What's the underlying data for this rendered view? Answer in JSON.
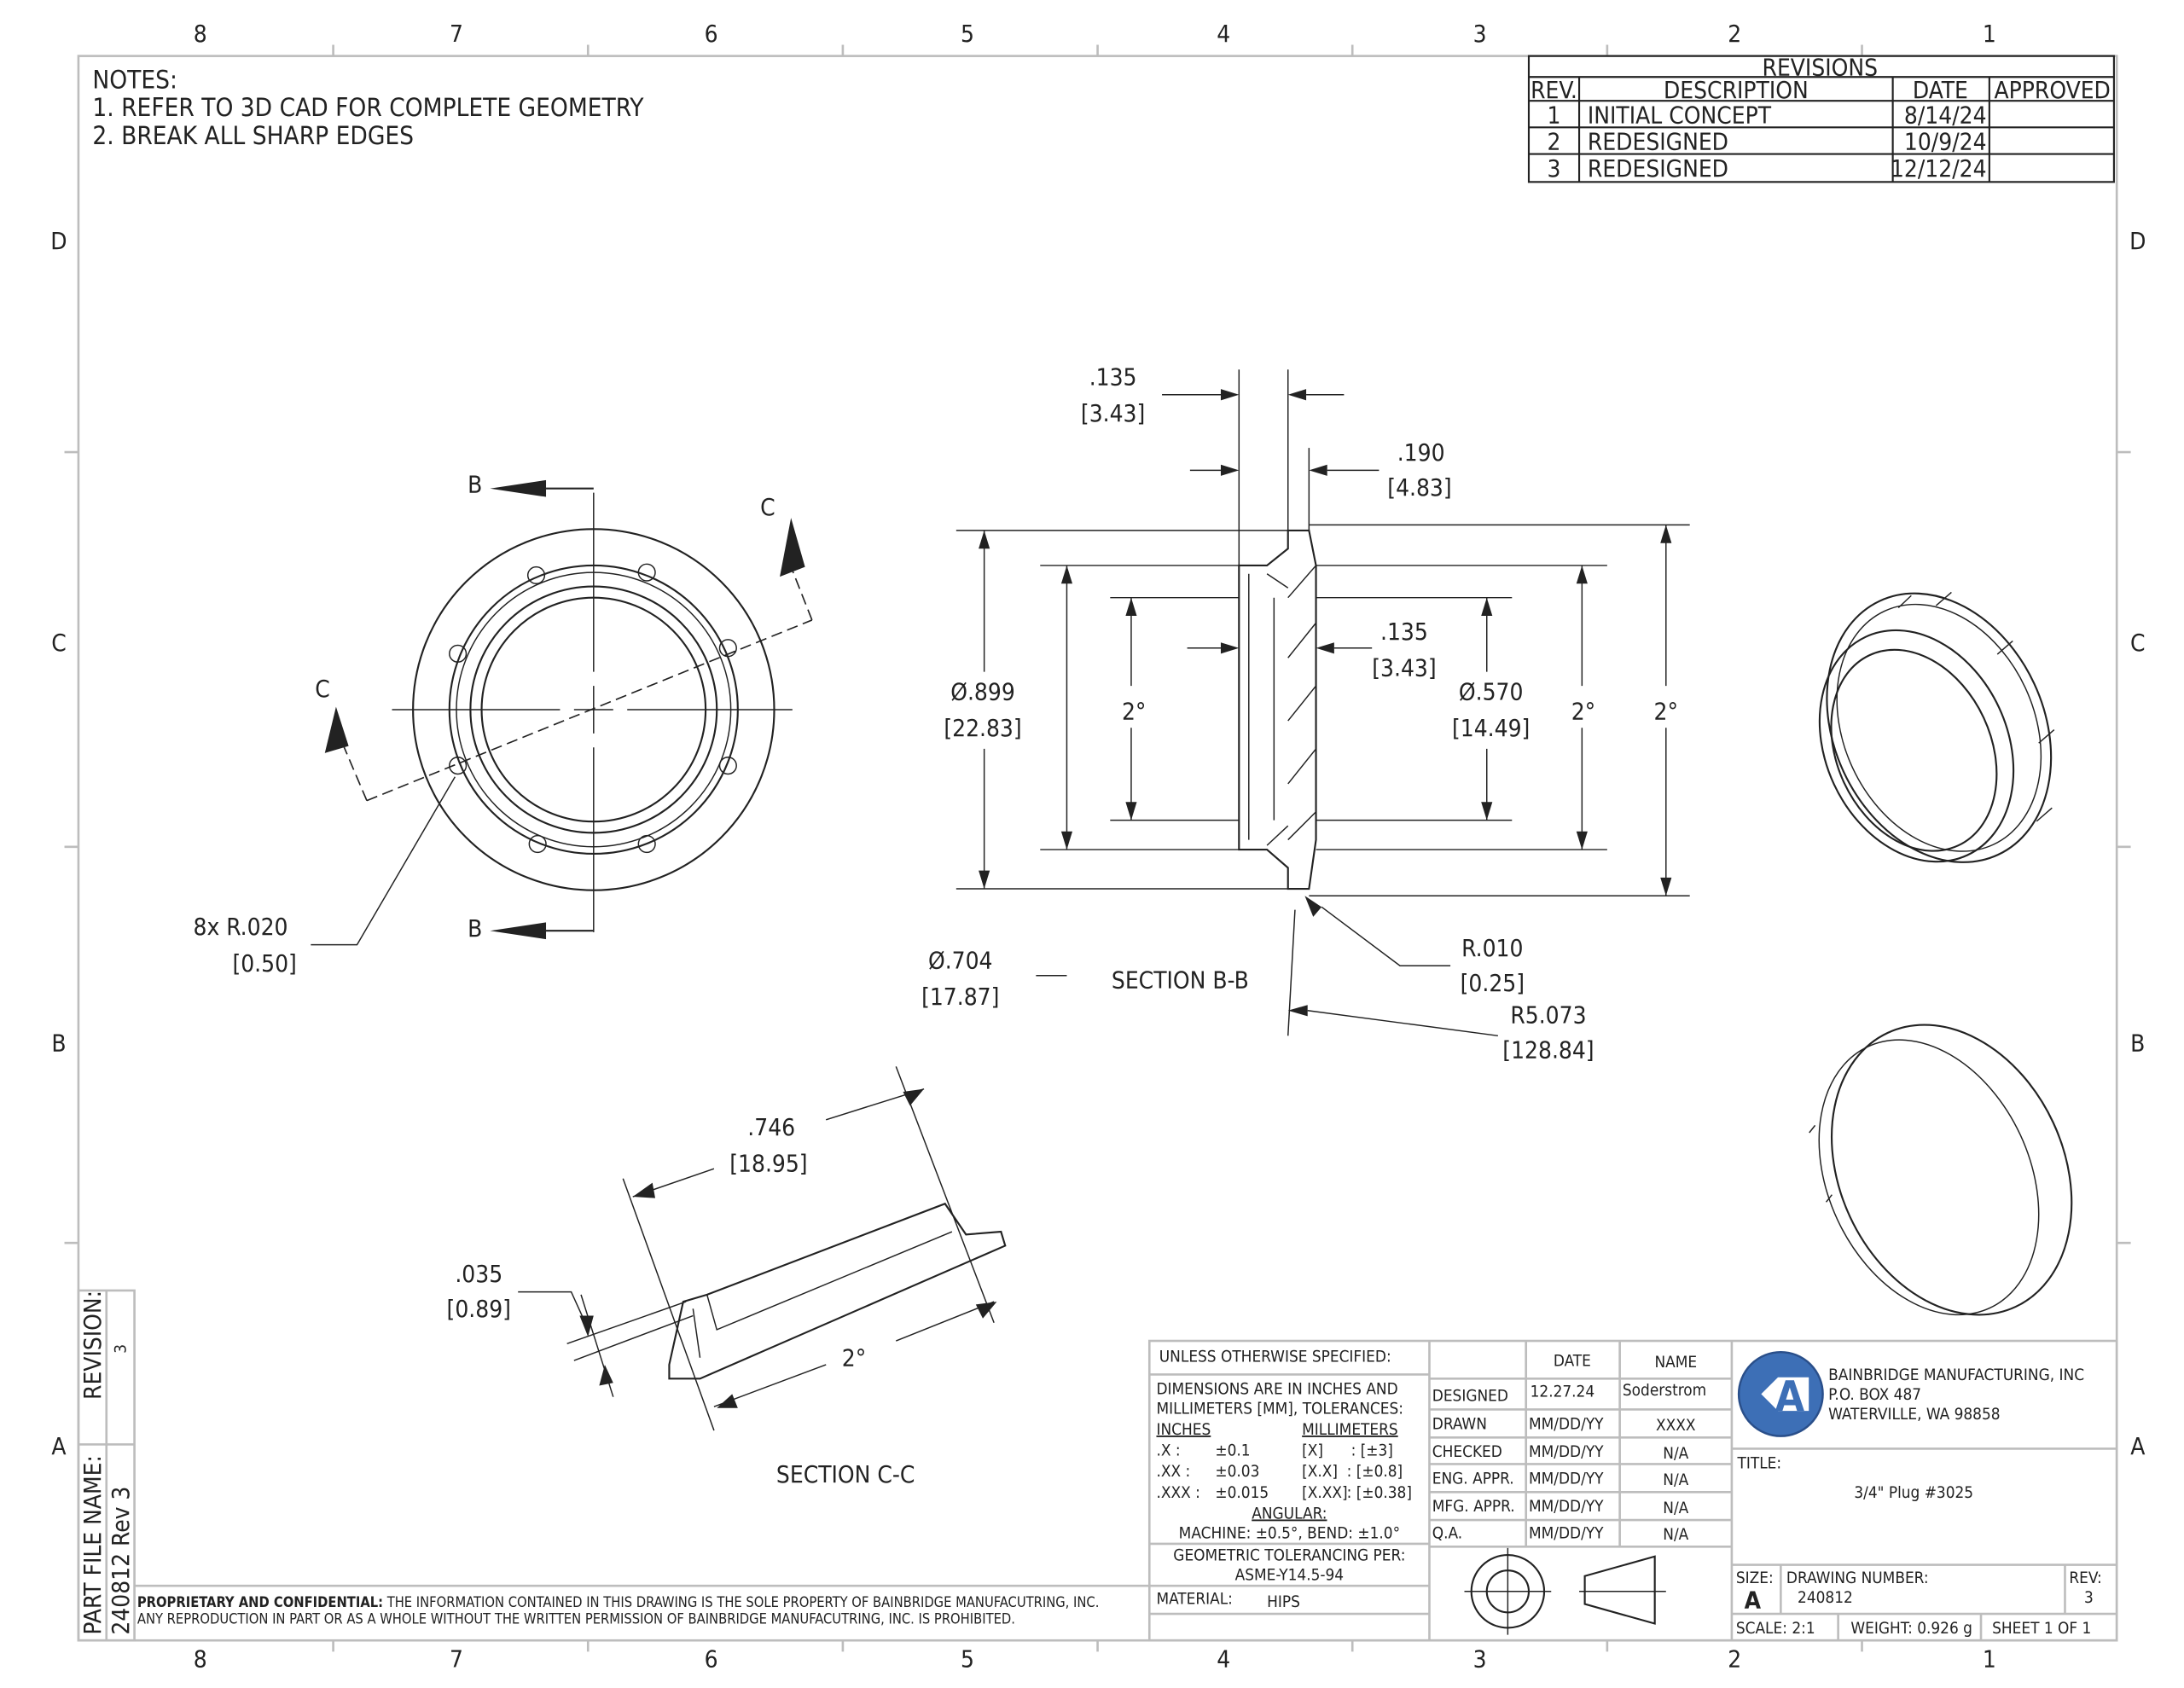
{
  "zones": {
    "columns": [
      "8",
      "7",
      "6",
      "5",
      "4",
      "3",
      "2",
      "1"
    ],
    "rows": [
      "D",
      "C",
      "B",
      "A"
    ]
  },
  "notes": {
    "title": "NOTES:",
    "items": [
      "1.  REFER TO 3D CAD FOR COMPLETE GEOMETRY",
      "2.  BREAK ALL SHARP EDGES"
    ]
  },
  "revisions": {
    "title": "REVISIONS",
    "headers": [
      "REV.",
      "DESCRIPTION",
      "DATE",
      "APPROVED"
    ],
    "rows": [
      {
        "rev": "1",
        "description": "INITIAL CONCEPT",
        "date": "8/14/24",
        "approved": ""
      },
      {
        "rev": "2",
        "description": "REDESIGNED",
        "date": "10/9/24",
        "approved": ""
      },
      {
        "rev": "3",
        "description": "REDESIGNED",
        "date": "12/12/24",
        "approved": ""
      }
    ]
  },
  "views": {
    "front": {
      "section_b": "B",
      "section_c": "C",
      "fillet_label": "8x R.020",
      "fillet_mm": "[0.50]"
    },
    "section_bb": {
      "label": "SECTION B-B",
      "dims": {
        "top_in": ".135",
        "top_mm": "[3.43]",
        "flange_in": ".190",
        "flange_mm": "[4.83]",
        "wall_in": ".135",
        "wall_mm": "[3.43]",
        "od_in": "Ø.899",
        "od_mm": "[22.83]",
        "id_in": "Ø.570",
        "id_mm": "[14.49]",
        "body_in": "Ø.704",
        "body_mm": "[17.87]",
        "draft1": "2°",
        "draft2": "2°",
        "draft3": "2°",
        "r1_in": "R.010",
        "r1_mm": "[0.25]",
        "r2_in": "R5.073",
        "r2_mm": "[128.84]"
      }
    },
    "section_cc": {
      "label": "SECTION C-C",
      "dims": {
        "len_in": ".746",
        "len_mm": "[18.95]",
        "thk_in": ".035",
        "thk_mm": "[0.89]",
        "draft": "2°"
      }
    }
  },
  "side_strip": {
    "revision_label": "REVISION:",
    "revision": "3",
    "file_label": "PART FILE NAME:",
    "file": "240812 Rev 3"
  },
  "proprietary": {
    "bold": "PROPRIETARY AND CONFIDENTIAL:",
    "line1": " THE INFORMATION CONTAINED IN THIS DRAWING IS THE SOLE PROPERTY OF BAINBRIDGE MANUFACUTRING, INC.",
    "line2": "ANY REPRODUCTION IN PART OR AS A WHOLE WITHOUT THE WRITTEN PERMISSION OF BAINBRIDGE MANUFACUTRING, INC. IS PROHIBITED."
  },
  "title_block": {
    "unless": "UNLESS OTHERWISE SPECIFIED:",
    "dims1": "DIMENSIONS ARE IN INCHES AND",
    "dims2": "MILLIMETERS [MM], TOLERANCES:",
    "inches": "INCHES",
    "millimeters": "MILLIMETERS",
    "tol": [
      {
        "k": ".X :",
        "v": "±0.1",
        "mk": "[X]",
        "mv": ": [±3]"
      },
      {
        "k": ".XX :",
        "v": "±0.03",
        "mk": "[X.X]",
        "mv": ": [±0.8]"
      },
      {
        "k": ".XXX :",
        "v": "±0.015",
        "mk": "[X.XX]",
        "mv": ": [±0.38]"
      }
    ],
    "angular": "ANGULAR:",
    "angular_values": "MACHINE: ±0.5°, BEND: ±1.0°",
    "geo1": "GEOMETRIC TOLERANCING PER:",
    "geo2": "ASME-Y14.5-94",
    "material_label": "MATERIAL:",
    "material": "HIPS",
    "date_header": "DATE",
    "name_header": "NAME",
    "approvals": [
      {
        "role": "DESIGNED",
        "date": "12.27.24",
        "name": "Soderstrom"
      },
      {
        "role": "DRAWN",
        "date": "MM/DD/YY",
        "name": "XXXX"
      },
      {
        "role": "CHECKED",
        "date": "MM/DD/YY",
        "name": "N/A"
      },
      {
        "role": "ENG. APPR.",
        "date": "MM/DD/YY",
        "name": "N/A"
      },
      {
        "role": "MFG. APPR.",
        "date": "MM/DD/YY",
        "name": "N/A"
      },
      {
        "role": "Q.A.",
        "date": "MM/DD/YY",
        "name": "N/A"
      }
    ],
    "company": "BAINBRIDGE MANUFACTURING, INC",
    "address1": "P.O. BOX 487",
    "address2": "WATERVILLE, WA 98858",
    "logo_color": "#3d6fb6",
    "title_label": "TITLE:",
    "title": "3/4\" Plug  #3025",
    "size_label": "SIZE:",
    "size": "A",
    "dwg_label": "DRAWING NUMBER:",
    "dwg": "240812",
    "rev_label": "REV:",
    "rev": "3",
    "scale": "SCALE: 2:1",
    "weight": "WEIGHT: 0.926 g",
    "sheet": "SHEET 1 OF 1"
  }
}
